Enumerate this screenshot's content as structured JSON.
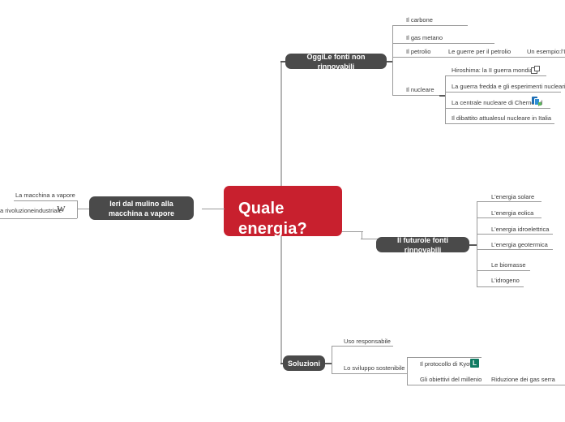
{
  "root": {
    "line1": "Quale",
    "line2": "energia?"
  },
  "branches": {
    "oggi": {
      "label": "OggiLe fonti non rinnovabili",
      "children": [
        {
          "label": "Il carbone"
        },
        {
          "label": "Il gas metano"
        },
        {
          "label": "Il petrolio"
        },
        {
          "label": "Il nucleare"
        }
      ]
    },
    "ieri": {
      "label": "Ieri dal mulino alla macchina a vapore",
      "children": [
        {
          "label": "La macchina a vapore"
        },
        {
          "label": "a rivoluzioneindustriale",
          "icon": "wikipedia-w-icon"
        }
      ]
    },
    "futuro": {
      "label": "Il futurole fonti rinnovabili",
      "children": [
        {
          "label": "L'energia solare"
        },
        {
          "label": "L'energia eolica"
        },
        {
          "label": "L'energia idroelettrica"
        },
        {
          "label": "L'energia geotermica"
        },
        {
          "label": "Le biomasse"
        },
        {
          "label": "L'idrogeno"
        }
      ]
    },
    "soluzioni": {
      "label": "Soluzioni",
      "children": [
        {
          "label": "Uso responsabile"
        },
        {
          "label": "Lo sviluppo sostenibile"
        }
      ]
    }
  },
  "petrolio_children": [
    {
      "label": "Le guerre per il petrolio"
    }
  ],
  "guerre_children": [
    {
      "label": "Un esempio:l'Ira"
    }
  ],
  "nucleare_children": [
    {
      "label": "Hiroshima: la II guerra mondiale",
      "icon": "external-link-icon"
    },
    {
      "label": "La guerra fredda e gli esperimenti nucleari"
    },
    {
      "label": "La centrale nucleare di Chernobyl",
      "icon": "copy-icon"
    },
    {
      "label": "Il dibattito attualesul nucleare in Italia"
    }
  ],
  "sostenibile_children": [
    {
      "label": "Il protocollo di Kyoto",
      "icon": "label-l-icon"
    },
    {
      "label": "Gli obiettivi del millenio"
    }
  ],
  "millenio_children": [
    {
      "label": "Riduzione dei gas serra"
    }
  ],
  "colors": {
    "root": "#c8202e",
    "branch": "#4a4a4a",
    "connector": "#9a9a9a",
    "text": "#3a3a3a",
    "icon_blue": "#2f8fd6",
    "icon_green": "#0f7b62"
  }
}
